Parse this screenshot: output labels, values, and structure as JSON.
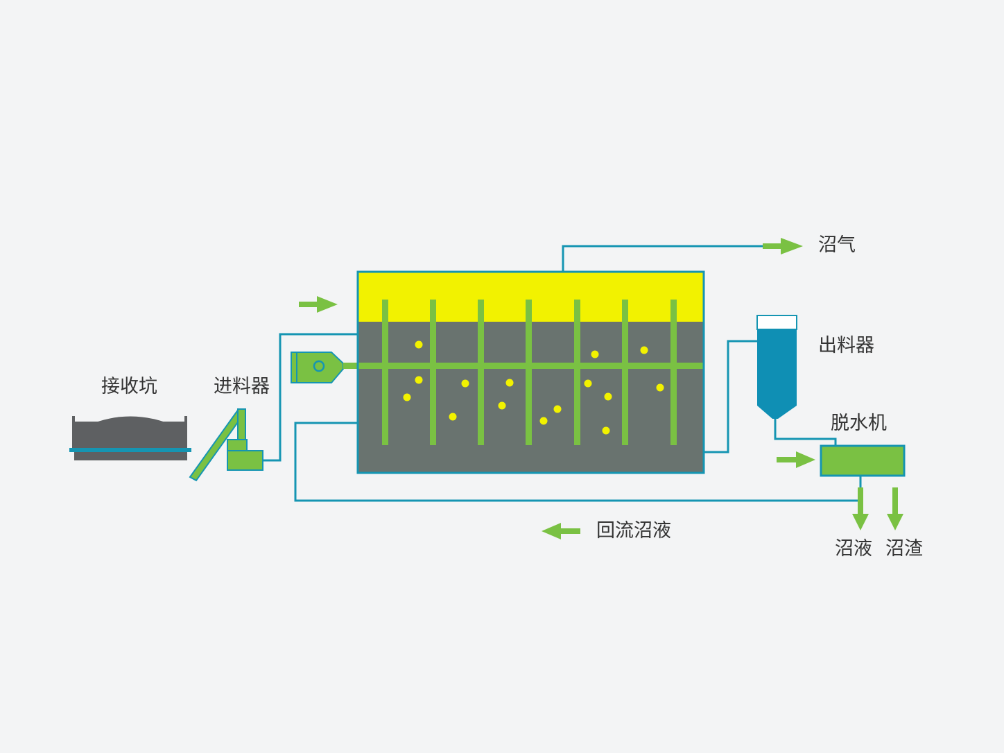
{
  "colors": {
    "background": "#f3f4f5",
    "pipe": "#1595b2",
    "arrow": "#7ac143",
    "green": "#7ac143",
    "biogas": "#f2f200",
    "slurry": "#69736f",
    "particle": "#f2f200",
    "pit": "#5e6062",
    "hopper": "#0f8fb4",
    "text": "#333333"
  },
  "labels": {
    "receiving_pit": "接收坑",
    "feeder": "进料器",
    "biogas": "沼气",
    "discharger": "出料器",
    "dewatering_machine": "脱水机",
    "return_liquid": "回流沼液",
    "biogas_slurry": "沼液",
    "biogas_residue": "沼渣"
  },
  "icons": {
    "biogas_outlet": "right-arrow-icon",
    "feed_inlet": "right-arrow-icon",
    "dewater_inlet": "right-arrow-icon",
    "return_flow": "left-arrow-icon",
    "slurry_out": "down-arrow-icon",
    "residue_out": "down-arrow-icon"
  }
}
